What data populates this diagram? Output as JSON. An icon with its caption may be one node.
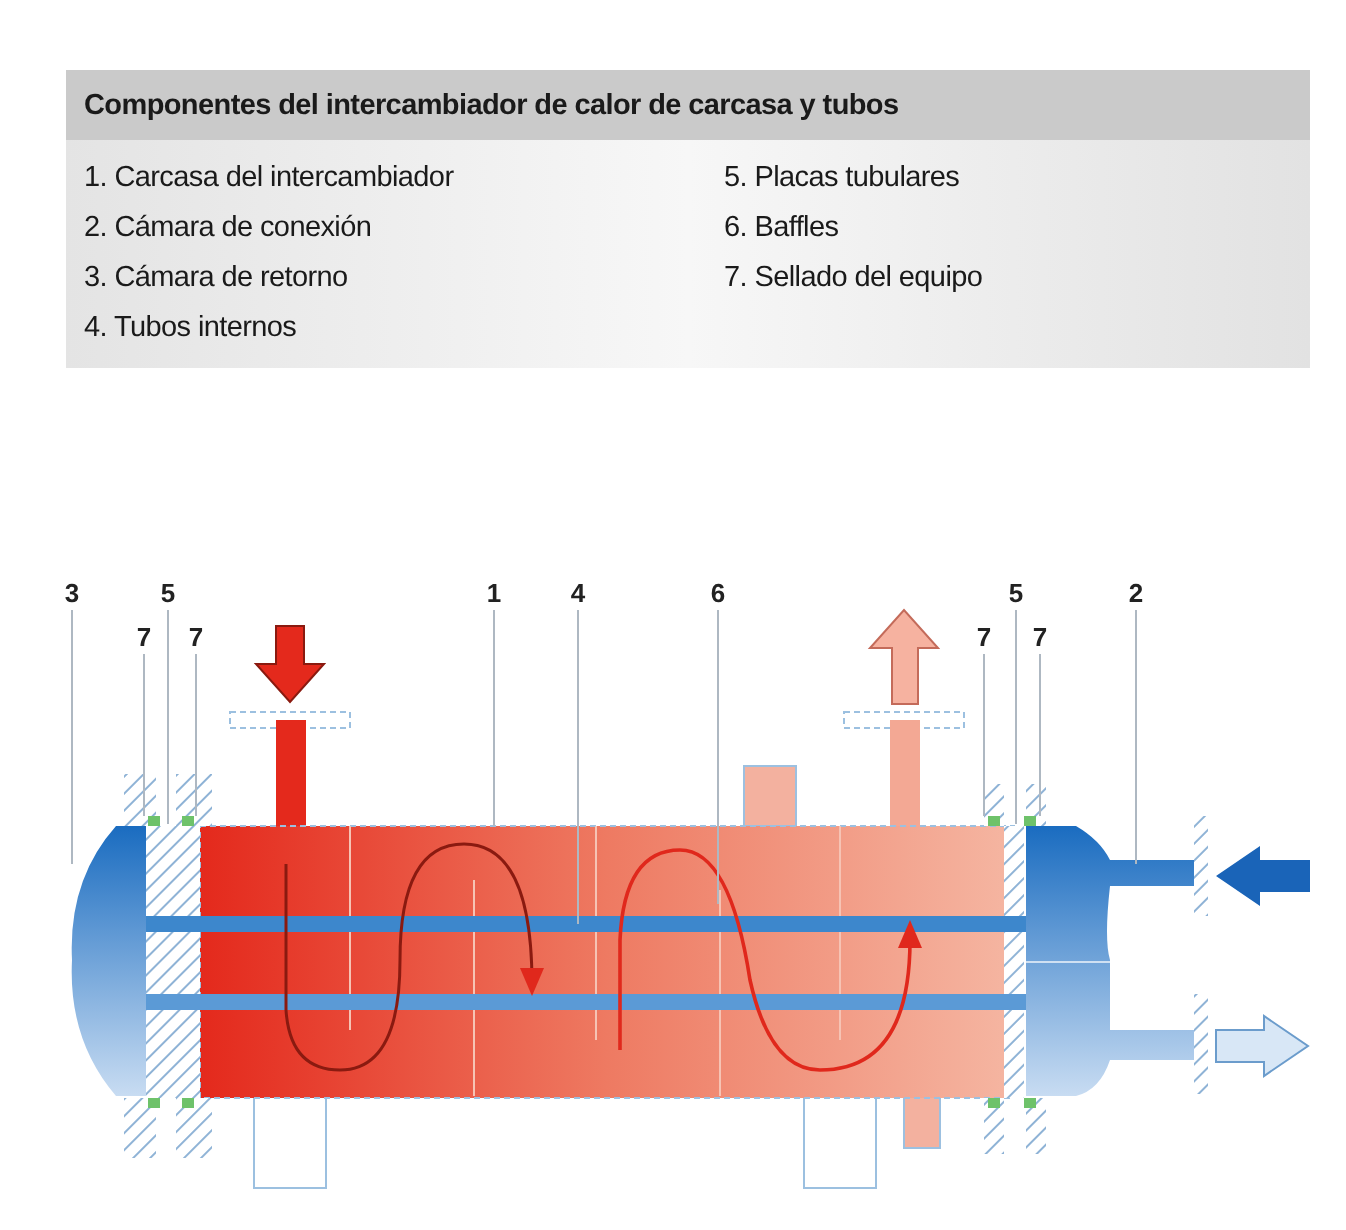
{
  "diagram": {
    "title": "Componentes del intercambiador de calor de carcasa y tubos",
    "labels": [
      "1. Carcasa del intercambiador",
      "5. Placas tubulares",
      "2. Cámara de conexión",
      "6. Baffles",
      "3. Cámara de retorno",
      "7. Sellado del equipo",
      "4. Tubos internos"
    ],
    "nodes": [
      {
        "text": [
          "3"
        ]
      },
      {
        "text": [
          "5"
        ]
      },
      {
        "text": [
          "1"
        ]
      },
      {
        "text": [
          "4"
        ]
      },
      {
        "text": [
          "6"
        ]
      },
      {
        "text": [
          "5"
        ]
      },
      {
        "text": [
          "2"
        ]
      },
      {
        "text": [
          "7"
        ]
      },
      {
        "text": [
          "7"
        ]
      },
      {
        "text": [
          "7"
        ]
      },
      {
        "text": [
          "7"
        ]
      }
    ],
    "edges": [
      {
        "from": 0,
        "to": null,
        "arrow": "none"
      },
      {
        "from": 1,
        "to": null,
        "arrow": "none"
      },
      {
        "from": 2,
        "to": null,
        "arrow": "none"
      },
      {
        "from": 3,
        "to": null,
        "arrow": "none"
      },
      {
        "from": 4,
        "to": null,
        "arrow": "none"
      },
      {
        "from": 5,
        "to": null,
        "arrow": "none"
      },
      {
        "from": 6,
        "to": null,
        "arrow": "none"
      },
      {
        "from": 7,
        "to": null,
        "arrow": "none"
      },
      {
        "from": 8,
        "to": null,
        "arrow": "none"
      },
      {
        "from": 9,
        "to": null,
        "arrow": "none"
      },
      {
        "from": 10,
        "to": null,
        "arrow": "none"
      }
    ]
  }
}
